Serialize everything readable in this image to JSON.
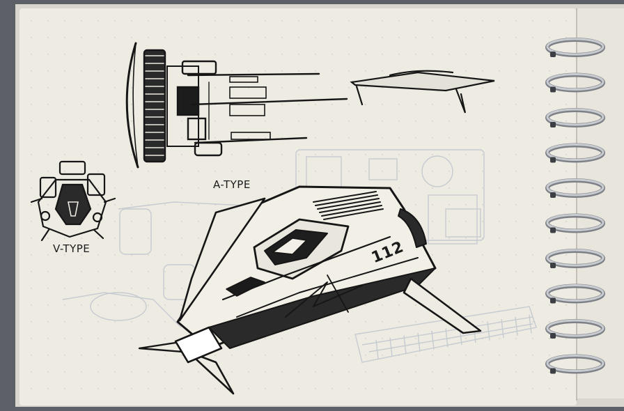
{
  "sketch": {
    "labels": {
      "a_type": "A-TYPE",
      "v_type": "V-TYPE",
      "hull_number": "112"
    },
    "colors": {
      "paper": "#eeebe2",
      "ink": "#161616",
      "pencil": "#c9cdd2",
      "binding": "#9ea2a8",
      "background": "#5a5d63"
    }
  }
}
